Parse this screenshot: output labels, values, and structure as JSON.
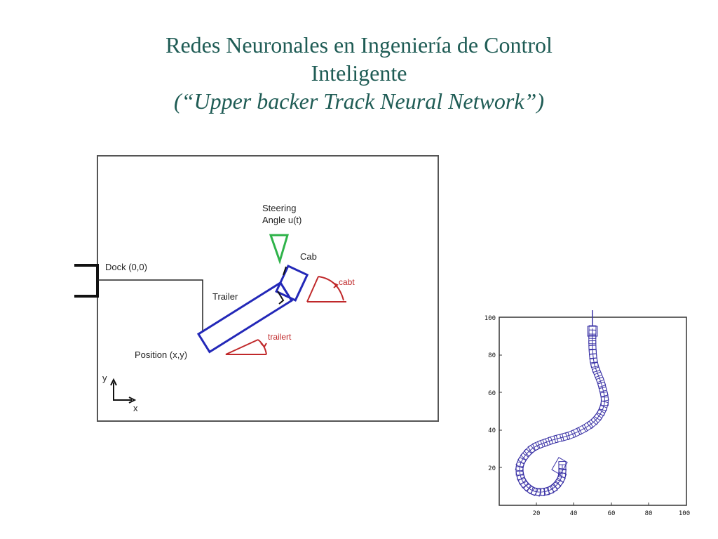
{
  "title": {
    "line1": "Redes Neuronales en Ingeniería de Control",
    "line2": "Inteligente",
    "line3": "(“Upper backer Track Neural Network”)"
  },
  "diagram": {
    "steering_line1": "Steering",
    "steering_line2": "Angle u(t)",
    "cab": "Cab",
    "cab_angle": "cabt",
    "dock": "Dock (0,0)",
    "trailer": "Trailer",
    "trailer_angle": "trailert",
    "position": "Position (x,y)",
    "axis_y": "y",
    "axis_x": "x",
    "colors": {
      "truck": "#2328b8",
      "steering": "#2fb34a",
      "angle": "#c0282a"
    }
  },
  "trajectory_plot": {
    "x_ticks": [
      "20",
      "40",
      "60",
      "80",
      "100"
    ],
    "y_ticks": [
      "100",
      "80",
      "60",
      "40",
      "20"
    ],
    "x_range": [
      0,
      100
    ],
    "y_range": [
      0,
      100
    ],
    "color": "#3b33a6"
  }
}
